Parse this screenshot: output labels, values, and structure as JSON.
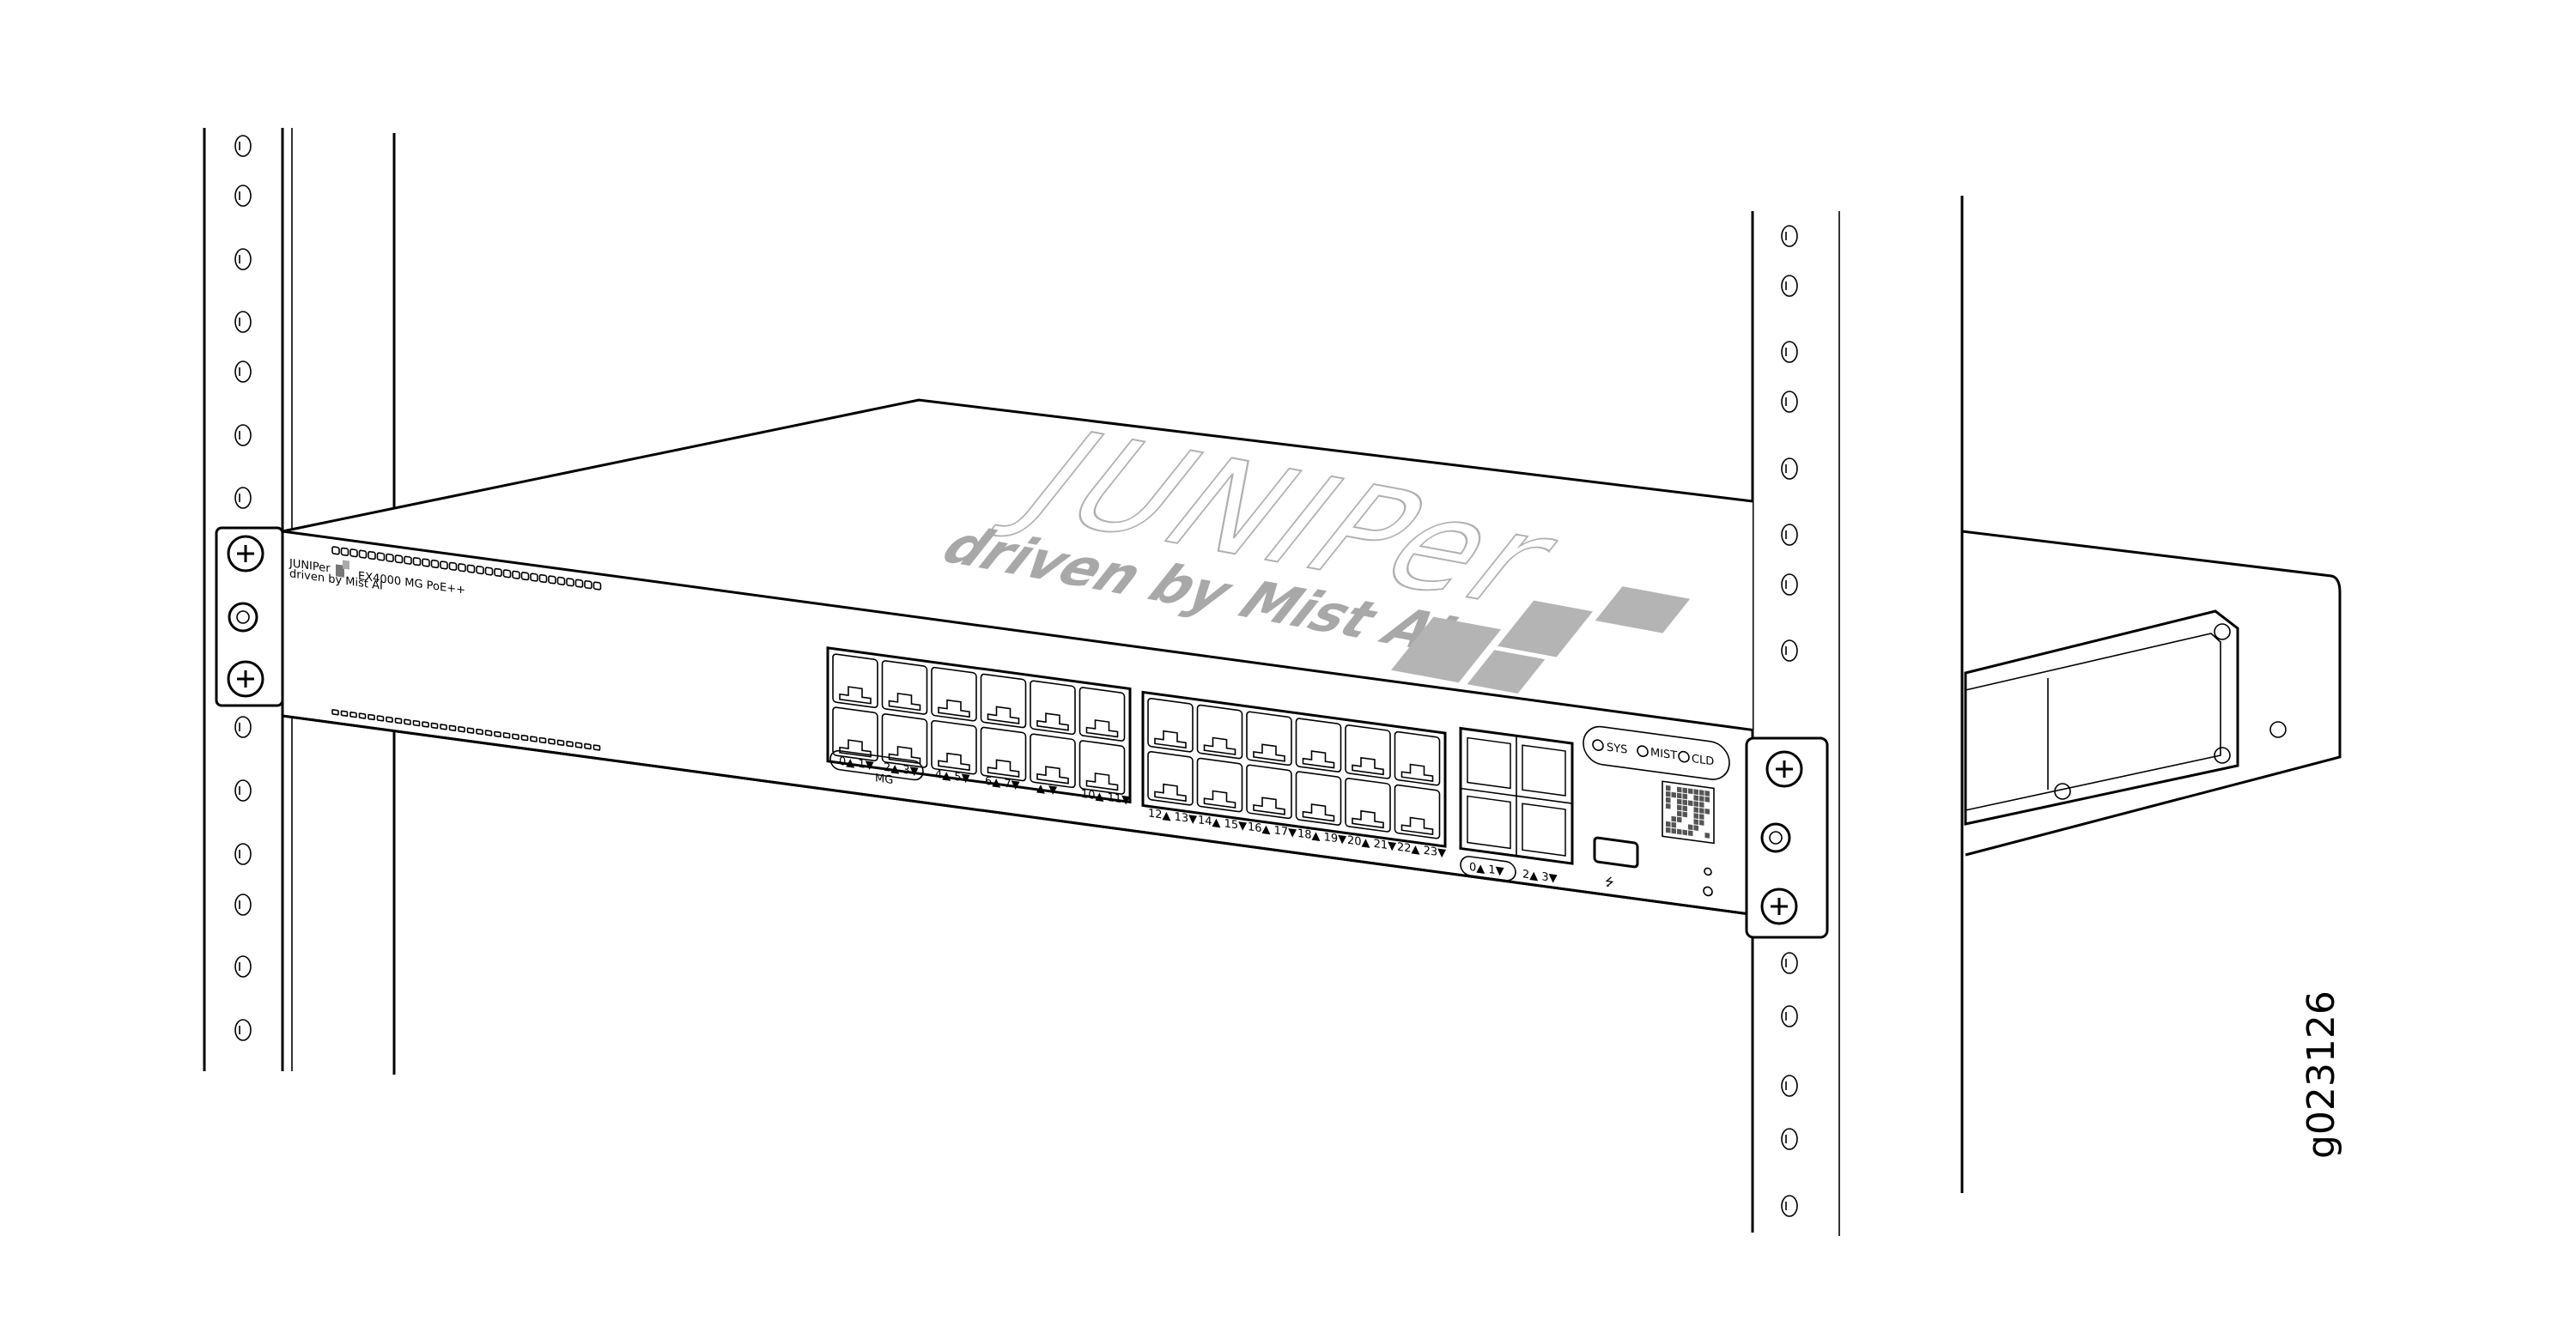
{
  "figure_id": "g023126",
  "switch": {
    "brand": "JUNIPer",
    "tagline": "driven by Mist AI",
    "model": "EX4000 MG PoE++",
    "top_watermark": {
      "brand": "JUNIPer",
      "tagline": "driven by Mist AI"
    },
    "port_labels_block1": [
      "0▲ 1▼",
      "2▲ 3▼",
      "4▲ 5▼",
      "6▲ 7▼",
      "▲ ▼",
      "10▲ 11▼"
    ],
    "mg_label": "MG",
    "port_labels_block2": [
      "12▲ 13▼",
      "14▲ 15▼",
      "16▲ 17▼",
      "18▲ 19▼",
      "20▲ 21▼",
      "22▲ 23▼"
    ],
    "sfp_labels": [
      "0▲ 1▼",
      "2▲ 3▼"
    ],
    "leds": [
      "SYS",
      "MIST",
      "CLD"
    ],
    "usb_icon": "usb-icon"
  }
}
